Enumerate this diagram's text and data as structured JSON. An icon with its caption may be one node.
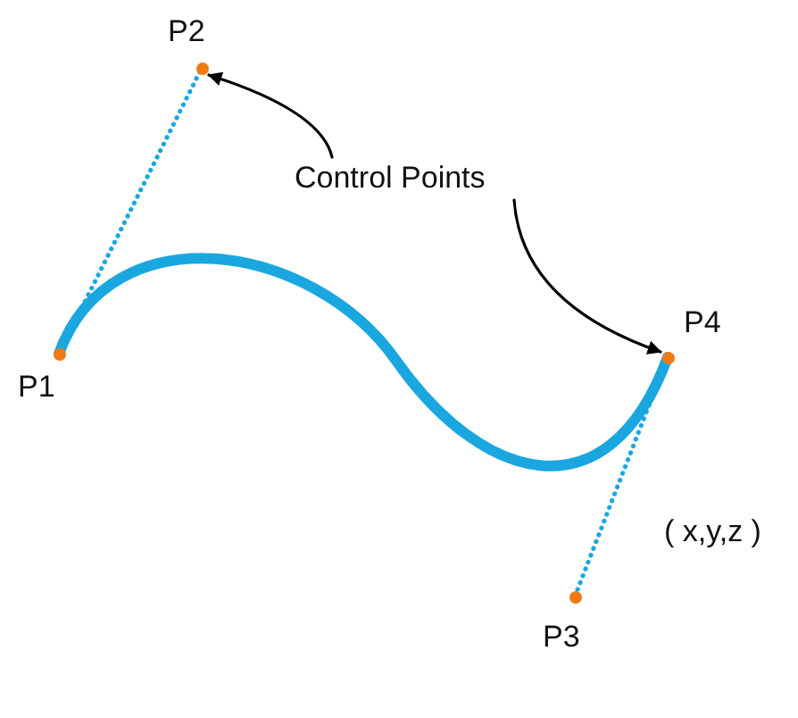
{
  "diagram": {
    "nodes": [
      {
        "text": [
          "P2"
        ]
      },
      {
        "text": [
          "Control Points"
        ]
      },
      {
        "text": [
          "P1"
        ]
      },
      {
        "text": [
          "P4"
        ]
      },
      {
        "text": [
          "P3"
        ]
      }
    ],
    "edges": [
      {
        "from": 1,
        "to": 0,
        "arrow": "to",
        "color": "#000000"
      },
      {
        "from": 1,
        "to": 3,
        "arrow": "to",
        "color": "#000000"
      },
      {
        "from": 2,
        "to": 0,
        "arrow": "none",
        "style": "dashed",
        "color": "#1aa7e0"
      },
      {
        "from": 2,
        "to": 3,
        "arrow": "none",
        "style": "thick",
        "color": "#1aa7e0"
      },
      {
        "from": 3,
        "to": 4,
        "arrow": "none",
        "style": "dashed",
        "color": "#1aa7e0"
      }
    ],
    "labels": [
      "( x,y,z )"
    ]
  }
}
